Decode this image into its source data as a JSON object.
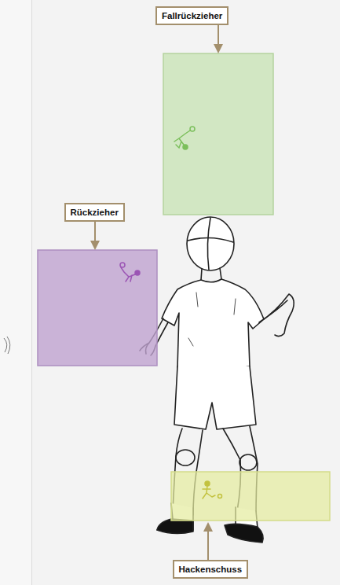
{
  "diagram": {
    "nodes": [
      {
        "text": [
          "Fallrückzieher"
        ]
      },
      {
        "text": [
          "Rückzieher"
        ]
      },
      {
        "text": [
          "Hackenschuss"
        ]
      }
    ]
  }
}
